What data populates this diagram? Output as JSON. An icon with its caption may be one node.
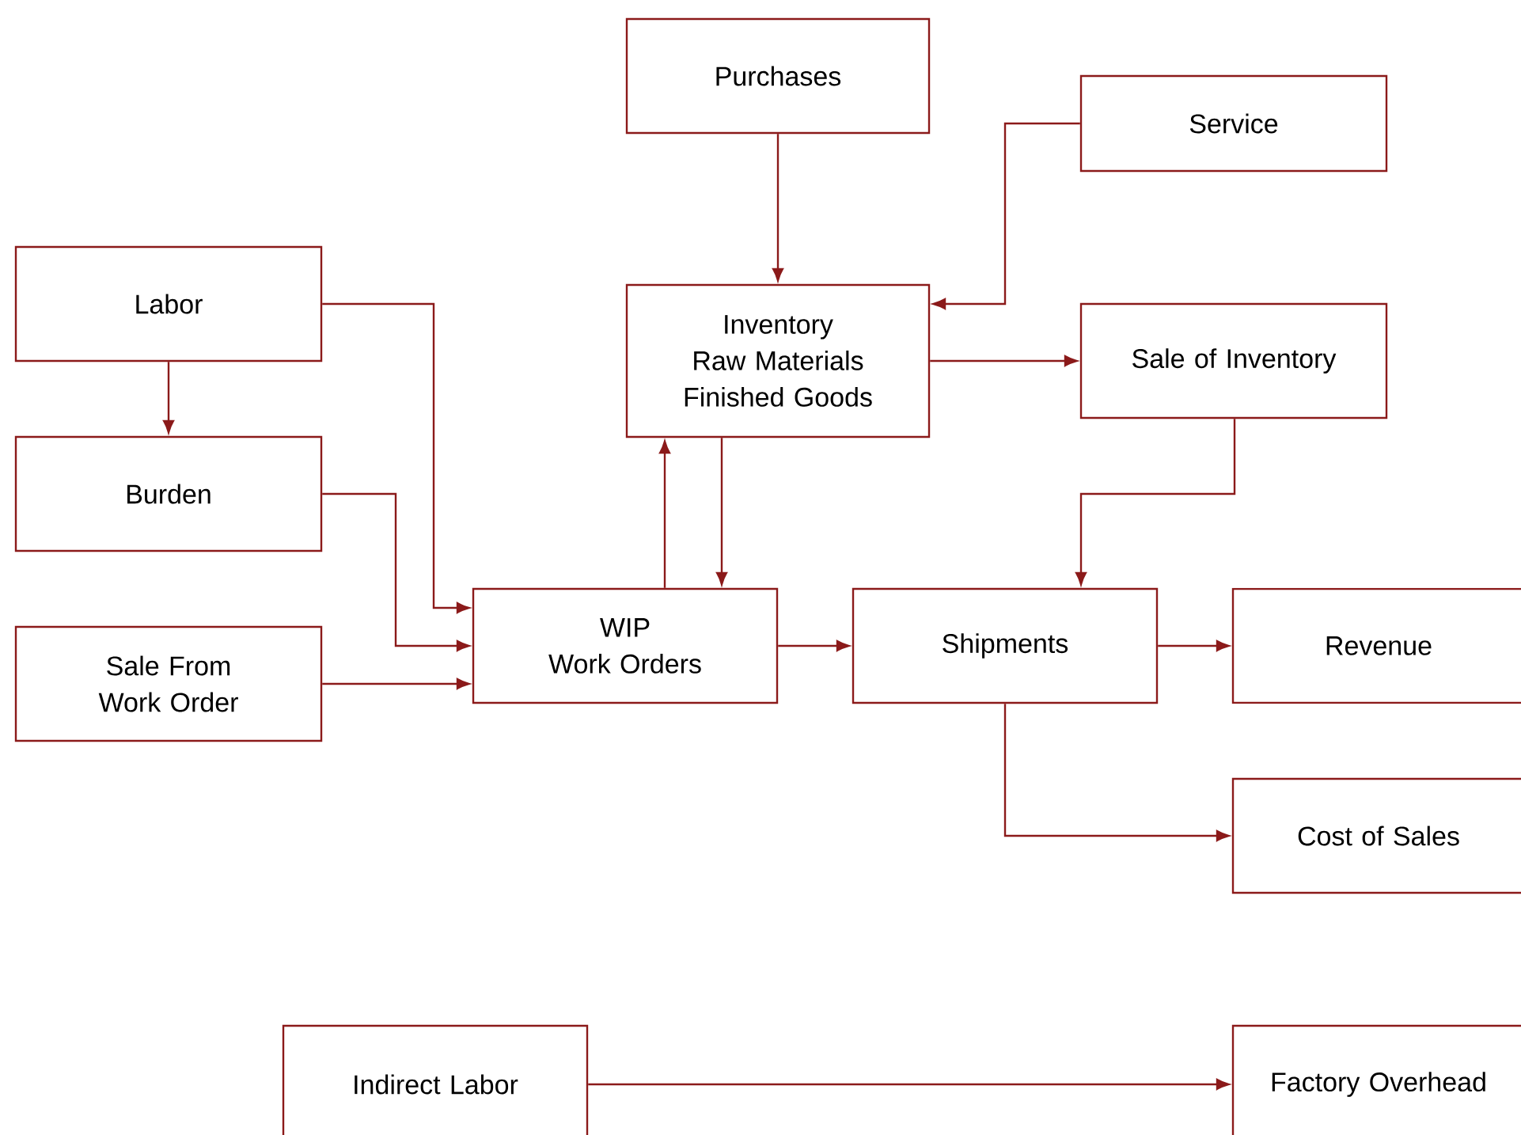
{
  "diagram": {
    "nodes": [
      {
        "text": [
          "Purchases"
        ]
      },
      {
        "text": [
          "Service"
        ]
      },
      {
        "text": [
          "Labor"
        ]
      },
      {
        "text": [
          "Inventory",
          "Raw Materials",
          "Finished Goods"
        ]
      },
      {
        "text": [
          "Sale of Inventory"
        ]
      },
      {
        "text": [
          "Burden"
        ]
      },
      {
        "text": [
          "WIP",
          "Work Orders"
        ]
      },
      {
        "text": [
          "Shipments"
        ]
      },
      {
        "text": [
          "Revenue"
        ]
      },
      {
        "text": [
          "Sale From Work Order"
        ]
      },
      {
        "text": [
          "Cost of Sales"
        ]
      },
      {
        "text": [
          "Indirect Labor"
        ]
      },
      {
        "text": [
          "Factory Overhead"
        ]
      }
    ],
    "edges": [
      {
        "from": 0,
        "to": 3,
        "arrow": "to"
      },
      {
        "from": 1,
        "to": 3,
        "arrow": "to"
      },
      {
        "from": 2,
        "to": 6,
        "arrow": "to"
      },
      {
        "from": 2,
        "to": 5,
        "arrow": "to"
      },
      {
        "from": 5,
        "to": 6,
        "arrow": "to"
      },
      {
        "from": 9,
        "to": 6,
        "arrow": "to"
      },
      {
        "from": 6,
        "to": 3,
        "arrow": "to"
      },
      {
        "from": 3,
        "to": 6,
        "arrow": "to"
      },
      {
        "from": 3,
        "to": 4,
        "arrow": "to"
      },
      {
        "from": 4,
        "to": 7,
        "arrow": "to"
      },
      {
        "from": 6,
        "to": 7,
        "arrow": "to"
      },
      {
        "from": 7,
        "to": 8,
        "arrow": "to"
      },
      {
        "from": 7,
        "to": 10,
        "arrow": "to"
      },
      {
        "from": 11,
        "to": 12,
        "arrow": "to"
      }
    ]
  }
}
